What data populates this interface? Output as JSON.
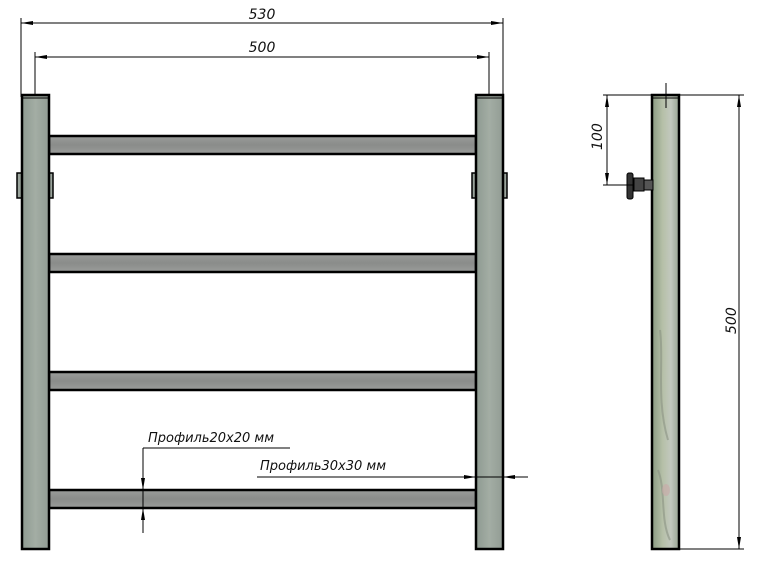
{
  "drawing": {
    "front_view": {
      "dimensions": {
        "overall_width": "530",
        "inner_width": "500"
      },
      "labels": {
        "rung_profile": "Профиль20x20 мм",
        "post_profile": "Профиль30x30 мм"
      },
      "rung_count": 4,
      "posts": 2
    },
    "side_view": {
      "dimensions": {
        "height": "500",
        "bracket_offset": "100"
      }
    },
    "colors": {
      "post_fill": "#98a39a",
      "rung_fill": "#8f918f",
      "outline": "#000000",
      "side_post_fill": "#a7b1a0"
    }
  }
}
